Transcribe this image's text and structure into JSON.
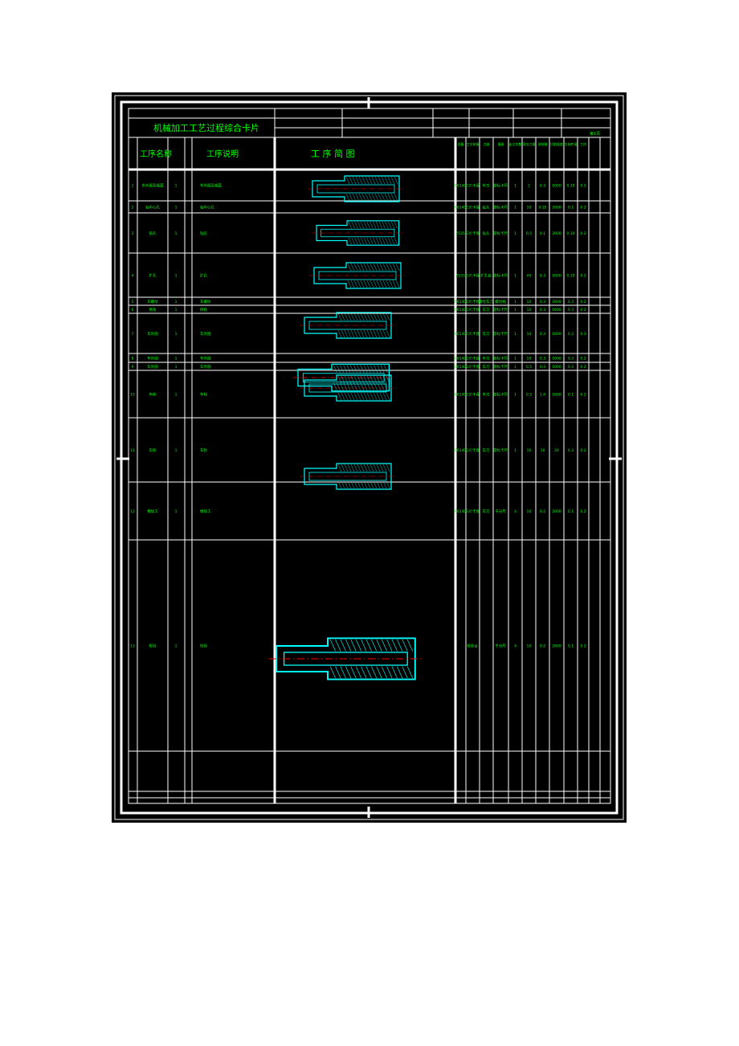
{
  "card": {
    "title": "机械加工工艺过程综合卡片",
    "page_no": "第1页"
  },
  "header": {
    "labels": [
      "工序名称",
      "工序说明",
      "工 序 简 图"
    ],
    "right_cols": [
      "设备",
      "工艺装备",
      "刀具",
      "量具",
      "走刀次数",
      "背吃刀量",
      "进给量",
      "切削速度",
      "主轴转速",
      "工时"
    ]
  },
  "rows": [
    {
      "no": "1",
      "name": "车外圆及端面",
      "step": "1",
      "desc": "车外圆及端面",
      "equip": "C6140",
      "fixture": "三爪卡盘",
      "tool": "车刀",
      "gauge": "游标卡尺",
      "vals": [
        "1",
        "2",
        "0.3",
        "1000",
        "0.30",
        "0.2"
      ]
    },
    {
      "no": "2",
      "name": "钻中心孔",
      "step": "1",
      "desc": "钻中心孔",
      "equip": "C6140",
      "fixture": "三爪卡盘",
      "tool": "钻头",
      "gauge": "游标卡尺",
      "vals": [
        "1",
        "10",
        "0.15",
        "2000",
        "0.1",
        "0.2"
      ]
    },
    {
      "no": "3",
      "name": "钻孔",
      "step": "1",
      "desc": "钻孔",
      "equip": "Z535",
      "fixture": "三爪卡盘",
      "tool": "钻头",
      "gauge": "游标卡尺",
      "vals": [
        "1",
        "0.5",
        "0.1",
        "2000",
        "0.30",
        "0.2"
      ]
    },
    {
      "no": "4",
      "name": "扩孔",
      "step": "1",
      "desc": "扩孔",
      "equip": "Z535",
      "fixture": "三爪卡盘",
      "tool": "扩孔钻",
      "gauge": "游标卡尺",
      "vals": [
        "1",
        "40",
        "0.3",
        "1000",
        "0.30",
        "0.2"
      ]
    },
    {
      "no": "5",
      "name": "车螺纹",
      "step": "1",
      "desc": "车螺纹",
      "equip": "C6140",
      "fixture": "三爪卡盘",
      "tool": "螺纹车刀",
      "gauge": "螺纹规",
      "vals": [
        "1",
        "10",
        "0.3",
        "2000",
        "0.3",
        "0.2"
      ]
    },
    {
      "no": "6",
      "name": "倒角",
      "step": "1",
      "desc": "倒角",
      "equip": "C6140",
      "fixture": "三爪卡盘",
      "tool": "车刀",
      "gauge": "游标卡尺",
      "vals": [
        "1",
        "10",
        "0.3",
        "1000",
        "0.3",
        "0.2"
      ]
    },
    {
      "no": "7",
      "name": "车外圆",
      "step": "1",
      "desc": "车外圆",
      "equip": "C6140",
      "fixture": "三爪卡盘",
      "tool": "车刀",
      "gauge": "游标卡尺",
      "vals": [
        "1",
        "10",
        "0.3",
        "1000",
        "0.3",
        "0.3"
      ]
    },
    {
      "no": "8",
      "name": "车外圆",
      "step": "1",
      "desc": "车外圆",
      "equip": "C6140",
      "fixture": "三爪卡盘",
      "tool": "车刀",
      "gauge": "游标卡尺",
      "vals": [
        "1",
        "10",
        "0.3",
        "1000",
        "0.3",
        "0.2"
      ]
    },
    {
      "no": "9",
      "name": "车外圆",
      "step": "1",
      "desc": "车外圆",
      "equip": "C6140",
      "fixture": "三爪卡盘",
      "tool": "车刀",
      "gauge": "游标卡尺",
      "vals": [
        "1",
        "0.5",
        "0.3",
        "1000",
        "0.3",
        "0.2"
      ]
    },
    {
      "no": "10",
      "name": "车削",
      "step": "1",
      "desc": "车削",
      "equip": "C6140",
      "fixture": "三爪卡盘",
      "tool": "车刀",
      "gauge": "游标卡尺",
      "vals": [
        "1",
        "0.5",
        "1.0",
        "1000",
        "0.1",
        "0.2"
      ]
    },
    {
      "no": "11",
      "name": "车削",
      "step": "1",
      "desc": "车削",
      "equip": "C6140",
      "fixture": "三爪卡盘",
      "tool": "车刀",
      "gauge": "游标卡尺",
      "vals": [
        "1",
        "10",
        "10",
        "20",
        "0.3",
        "0.2"
      ]
    },
    {
      "no": "12",
      "name": "精加工",
      "step": "1",
      "desc": "精加工",
      "equip": "C6140",
      "fixture": "三爪卡盘",
      "tool": "车刀",
      "gauge": "千分尺",
      "vals": [
        "4",
        "10",
        "0.2",
        "2000",
        "0.1",
        "0.2"
      ]
    },
    {
      "no": "13",
      "name": "检验",
      "step": "1",
      "desc": "检验",
      "equip": "",
      "fixture": "检验台",
      "tool": "",
      "gauge": "千分尺",
      "vals": [
        "4",
        "10",
        "0.2",
        "2000",
        "0.1",
        "0.2"
      ]
    }
  ],
  "colors": {
    "sheet": "#000000",
    "lines": "#ffffff",
    "text": "#00ff00",
    "center": "#ff0000",
    "part": "#00ffff"
  }
}
